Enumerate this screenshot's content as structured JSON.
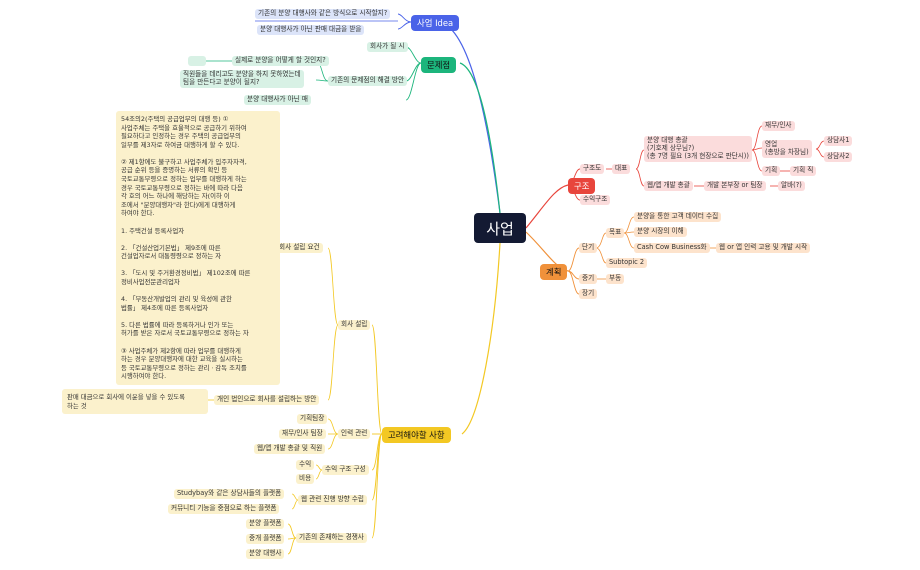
{
  "root": "사업",
  "branches": {
    "idea": {
      "label": "사업 Idea",
      "children": [
        "기존의 분양 대행사와 같은 방식으로 시작할지?",
        "분양 대행사가 아닌 판매 대금을 받을"
      ]
    },
    "problem": {
      "label": "문제점",
      "child1": "회사가 될 시",
      "child2": "기존의 문제점의 해결 방안",
      "sub1": "실제로 분양을 어떻게 할 것인지?",
      "sub2": "직원들을 데리고도 분양을 하지 못하였는데\n팀을 만든다고 분양이 될지?",
      "child3": "분양 대행사가 아닌 매"
    },
    "structure": {
      "label": "구조",
      "c1": "구조도",
      "c2": "수익구조",
      "ceo": "대표",
      "head1": "분양 대행 총괄\n(기호제 상무님?)\n(총 7명 필요 (3개 현장으로 판단시))",
      "head2": "웹/앱 개발 총괄",
      "finance": "재무/인사",
      "sales": "영업\n(총방을 차장님)",
      "planning": "기획",
      "planning_staff": "기획 직",
      "counselor1": "상담사1",
      "counselor2": "상담사2",
      "dev_lead": "개발 본부장 or 팀장",
      "part_time": "알바(?)"
    },
    "plan": {
      "label": "계획",
      "short": "단기",
      "mid": "중기",
      "long": "장기",
      "goal": "목표",
      "g1": "분양을 통한 고객 데이터 수집",
      "g2": "분양 시장의 이해",
      "g3": "Cash Cow Business화",
      "g3sub": "웹 or 앱 인력 고용 및 개발 시작",
      "subtopic": "Subtopic 2",
      "mid_child": "부동"
    },
    "consider": {
      "label": "고려해야할 사항",
      "company": "회사 설립",
      "requirement": "회사 설립 요건",
      "requirement_text": "54조의2(주택의 공급업무의 대행 등) ①\n사업주체는 주택을 효율적으로 공급하기 위하여\n필요하다고 인정하는 경우 주택의 공급업무의\n일부를 제3자로 하여금 대행하게 할 수 있다.\n\n② 제1항에도 불구하고 사업주체가 입주자자격,\n공급 순위 등을 증명하는 서류의 확인 등\n국토교통부령으로 정하는 업무를 대행하게 하는\n경우 국토교통부령으로 정하는 바에 따라 다음\n각 호의 어느 하나에 해당하는 자(이하 이\n조에서 \"분양대행자\"라 한다)에게 대행하게\n하여야 한다.\n\n1. 주택건설 등록사업자\n\n2. 「건설산업기본법」 제9조에 따른\n건설업자로서 대통령령으로 정하는 자\n\n3. 「도시 및 주거환경정비법」 제102조에 따른\n정비사업전문관리업자\n\n4. 「부동산개발업의 관리 및 육성에 관한\n법률」 제4조에 따른 등록사업자\n\n5. 다른 법률에 따라 등록하거나 인가 또는\n허가를 받은 자로서 국토교통부령으로 정하는 자\n\n③ 사업주체가 제2항에 따라 업무를 대행하게\n하는 경우 분양대행자에 대한 교육을 실시하는\n등 국토교통부령으로 정하는 관리ㆍ감독 조치를\n시행하여야 한다.",
      "personal": "개인 법인으로 회사를 설립하는 방안",
      "personal_text": "판매 대금으로 회사에 이윤을 넣을 수 있도록\n하는 것",
      "staff": "인력 관련",
      "staff_items": [
        "기획팀장",
        "재무/인사 팀장",
        "웹/앱 개발 총괄 및 직원"
      ],
      "revenue": "수익 구조 구성",
      "revenue_items": [
        "수익",
        "비용"
      ],
      "web": "웹 관련 진행 방향 수립",
      "web_items": [
        "Studybay와 같은 상담사들의 플랫폼",
        "커뮤니티 기능을 중점으로 하는 플랫폼"
      ],
      "competitors": "기존의 존재하는 경쟁사",
      "competitor_items": [
        "분양 플랫폼",
        "중개 플랫폼",
        "분양 대행사"
      ]
    }
  },
  "colors": {
    "blue": "#4a63e8",
    "green": "#1cb57c",
    "red": "#e8453c",
    "orange": "#f0913a",
    "yellow": "#f3c823",
    "root": "#131a33"
  }
}
